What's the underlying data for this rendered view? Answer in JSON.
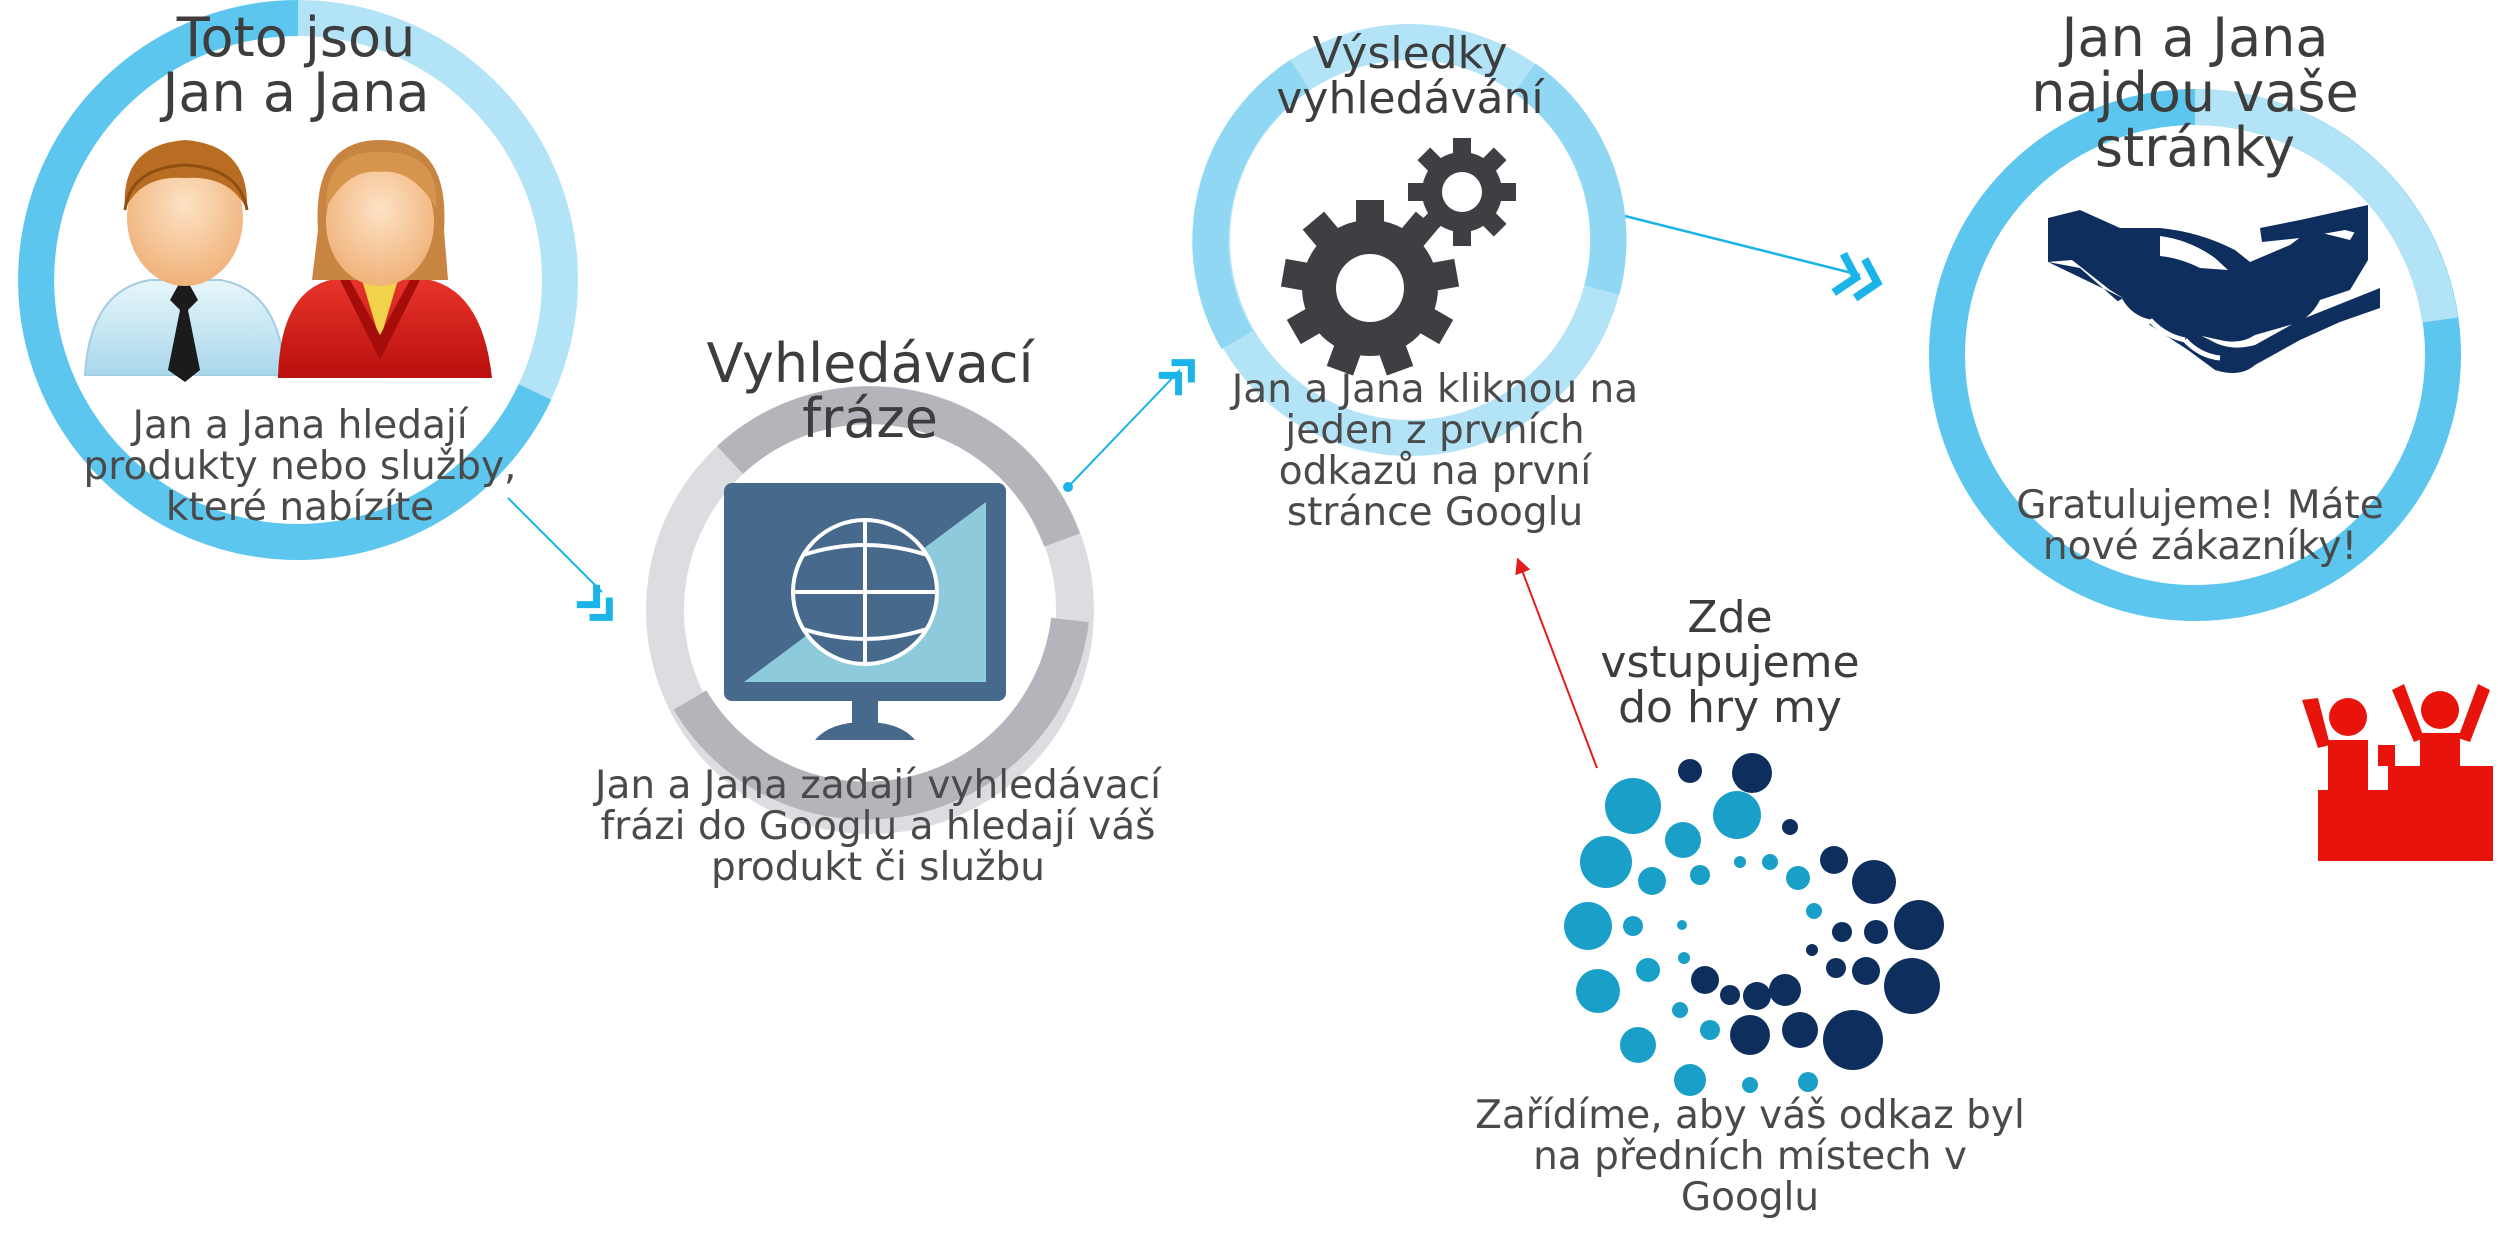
{
  "steps": [
    {
      "title_lines": [
        "Toto jsou",
        "Jan a Jana"
      ],
      "desc_lines": [
        "Jan a Jana hledají",
        "produkty nebo služby,",
        "které nabízíte"
      ],
      "icon": "couple-icon"
    },
    {
      "title_lines": [
        "Vyhledávací",
        "fráze"
      ],
      "desc_lines": [
        "Jan a Jana zadají vyhledávací",
        "frázi do Googlu a hledají váš",
        "produkt či službu"
      ],
      "icon": "monitor-globe-icon"
    },
    {
      "title_lines": [
        "Výsledky",
        "vyhledávání"
      ],
      "desc_lines": [
        "Jan a Jana kliknou na",
        "jeden z prvních",
        "odkazů na první",
        "stránce Googlu"
      ],
      "icon": "gears-icon"
    },
    {
      "title_lines": [
        "Jan a Jana",
        "najdou vaše",
        "stránky"
      ],
      "desc_lines": [
        "Gratulujeme! Máte",
        "nové zákazníky!"
      ],
      "icon": "handshake-icon"
    }
  ],
  "agency": {
    "title_lines": [
      "Zde",
      "vstupujeme",
      "do hry my"
    ],
    "desc_lines": [
      "Zařídíme, aby váš odkaz byl",
      "na předních místech v",
      "Googlu"
    ],
    "icon": "dots-circle-icon"
  },
  "decoration": {
    "icon": "podium-icon"
  },
  "colors": {
    "ring_blue": "#5cc6ee",
    "ring_light_blue": "#b3e3f7",
    "ring_gray": "#b4b5bb",
    "ring_light_gray": "#dcdde0",
    "arrow_blue": "#1ab4e8",
    "arrow_red": "#e21d1d",
    "navy": "#0e2f5e",
    "accent_red": "#e8140c"
  }
}
